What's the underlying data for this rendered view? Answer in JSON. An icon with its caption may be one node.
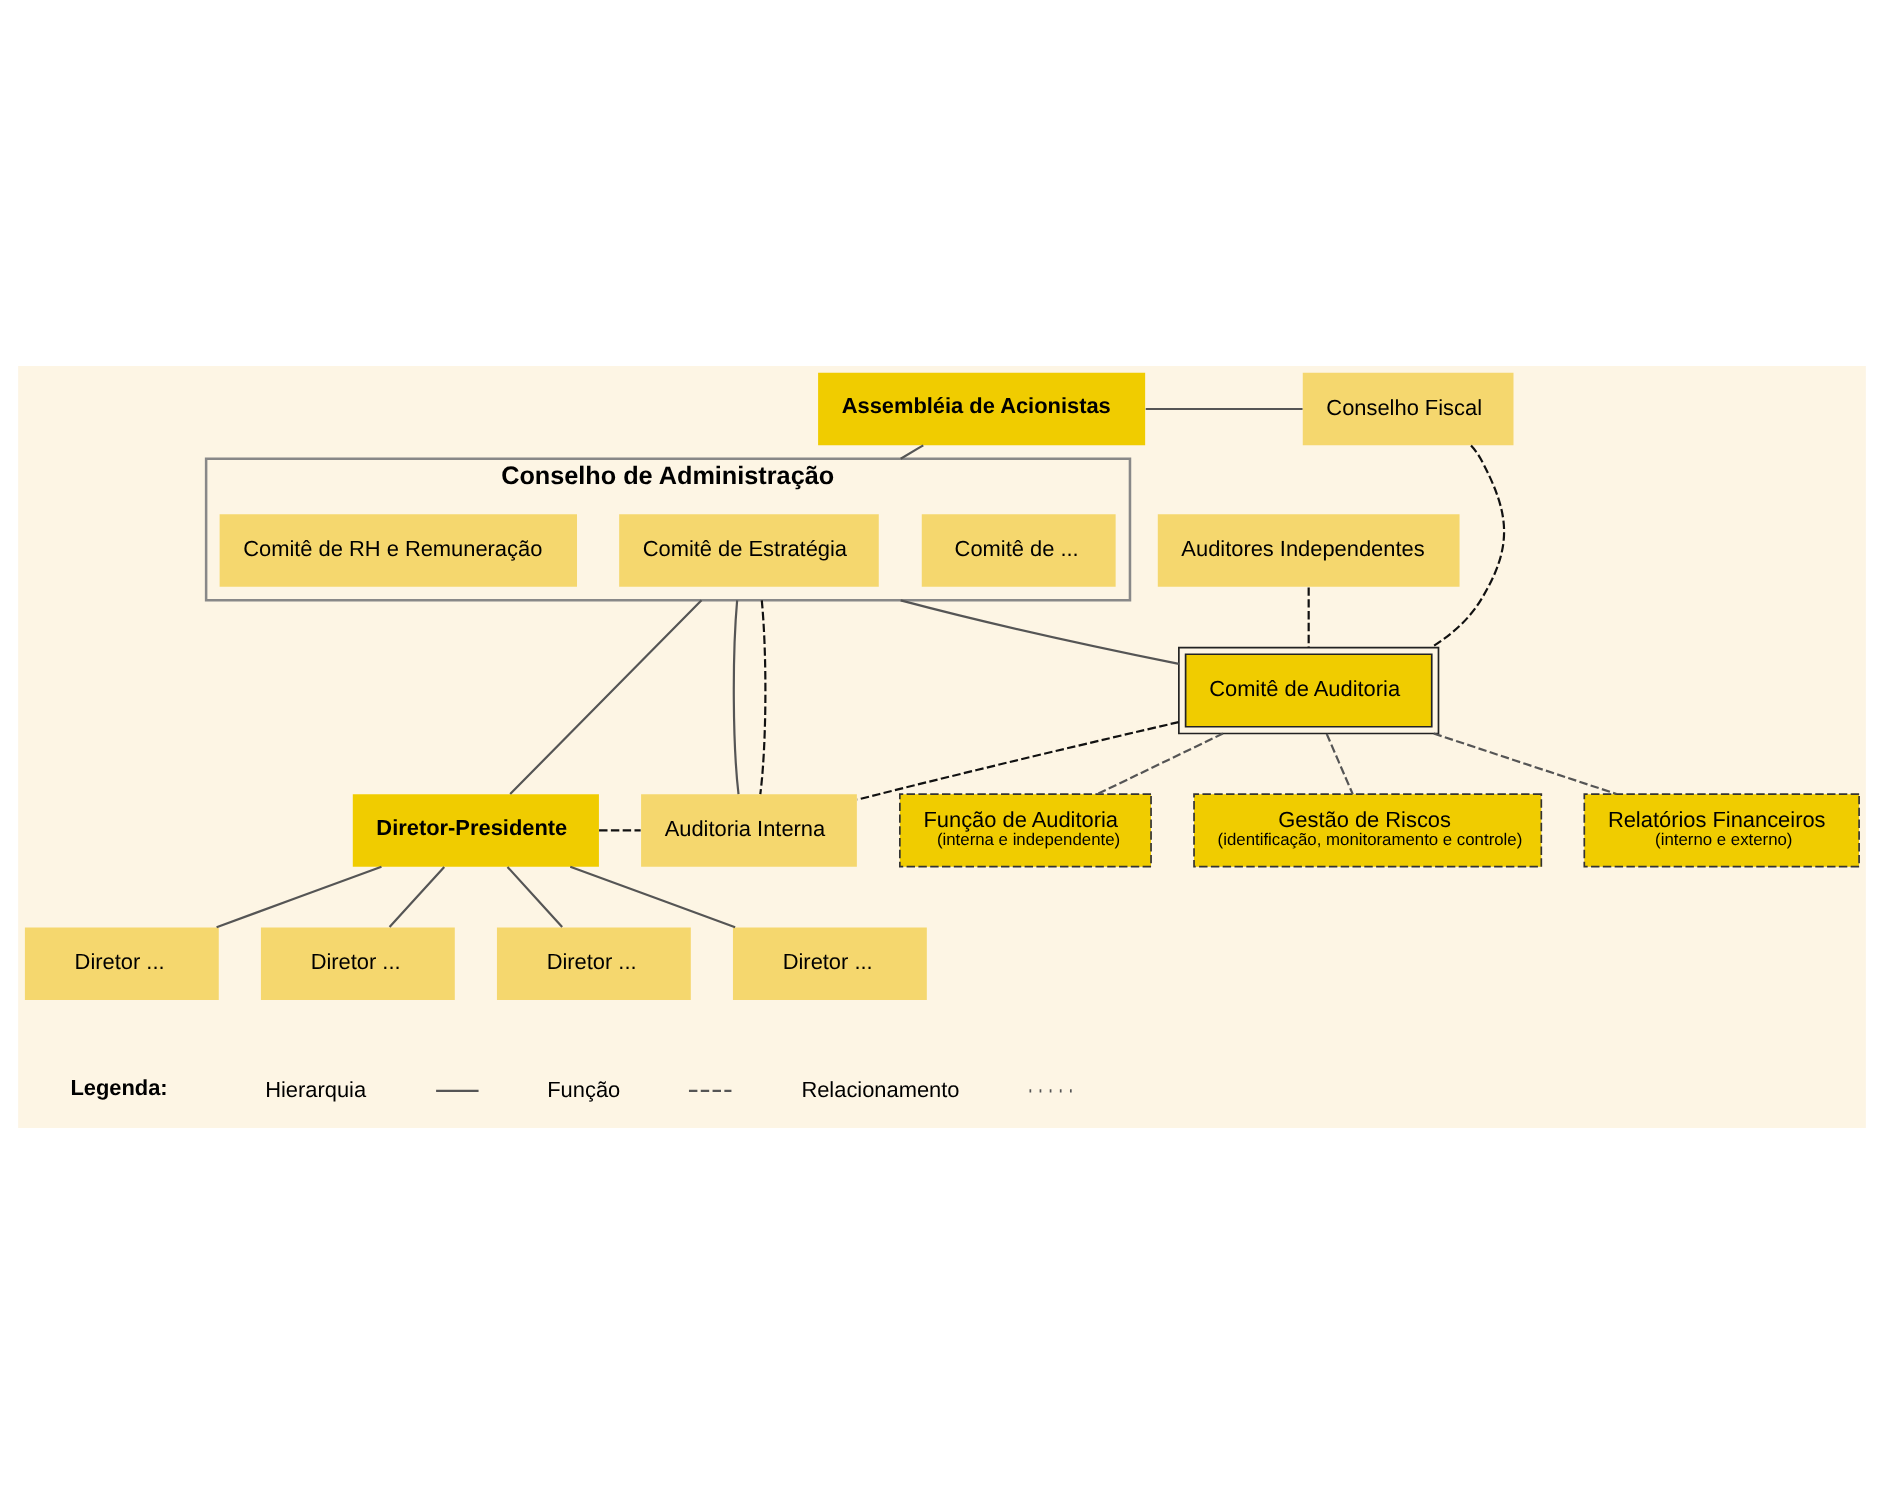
{
  "diagram": {
    "nodes": [
      {
        "text": [
          "Assembléia de Acionistas"
        ]
      },
      {
        "text": [
          "Conselho Fiscal"
        ]
      },
      {
        "text": [
          "Conselho de Administração"
        ]
      },
      {
        "text": [
          "Comitê de RH e Remuneração"
        ],
        "in": 2
      },
      {
        "text": [
          "Comitê de Estratégia"
        ],
        "in": 2
      },
      {
        "text": [
          "Comitê de ..."
        ],
        "in": 2
      },
      {
        "text": [
          "Comitê de Auditoria"
        ]
      },
      {
        "text": [
          "Auditores Independentes"
        ]
      },
      {
        "text": [
          "Diretor-Presidente"
        ]
      },
      {
        "text": [
          "Auditoria Interna"
        ]
      },
      {
        "text": [
          "Função de Auditoria",
          "(interna e independente)"
        ]
      },
      {
        "text": [
          "Gestão de Riscos",
          "(identificação, monitoramento e controle)"
        ]
      },
      {
        "text": [
          "Relatórios Financeiros",
          "(interno e externo)"
        ]
      },
      {
        "text": [
          "Diretor ..."
        ]
      },
      {
        "text": [
          "Diretor ..."
        ]
      },
      {
        "text": [
          "Diretor ..."
        ]
      },
      {
        "text": [
          "Diretor ..."
        ]
      }
    ],
    "edges": [
      {
        "from": 0,
        "to": 2,
        "arrow": "none"
      },
      {
        "from": 0,
        "to": 1,
        "arrow": "none"
      },
      {
        "from": 2,
        "to": 6,
        "arrow": "none"
      },
      {
        "from": 2,
        "to": 8,
        "arrow": "none"
      },
      {
        "from": 2,
        "to": 9,
        "arrow": "none"
      },
      {
        "from": 1,
        "to": 6,
        "arrow": "none",
        "style": "dashed",
        "color": "#111111"
      },
      {
        "from": 7,
        "to": 6,
        "arrow": "none",
        "style": "dashed",
        "color": "#111111"
      },
      {
        "from": 6,
        "to": 9,
        "arrow": "none",
        "style": "dashed",
        "color": "#111111"
      },
      {
        "from": 8,
        "to": 9,
        "arrow": "none",
        "style": "dashed",
        "color": "#111111"
      },
      {
        "from": 2,
        "to": 9,
        "arrow": "none",
        "style": "dashed",
        "color": "#111111"
      },
      {
        "from": 6,
        "to": 10,
        "arrow": "none",
        "style": "dashed"
      },
      {
        "from": 6,
        "to": 11,
        "arrow": "none",
        "style": "dashed"
      },
      {
        "from": 6,
        "to": 12,
        "arrow": "none",
        "style": "dashed"
      },
      {
        "from": 8,
        "to": 13,
        "arrow": "none"
      },
      {
        "from": 8,
        "to": 14,
        "arrow": "none"
      },
      {
        "from": 8,
        "to": 15,
        "arrow": "none"
      },
      {
        "from": 8,
        "to": 16,
        "arrow": "none"
      }
    ],
    "labels": [
      "Legenda:"
    ],
    "legend": [
      {
        "text": "Hierarquia"
      },
      {
        "text": "Função"
      },
      {
        "text": "Relacionamento"
      }
    ]
  }
}
